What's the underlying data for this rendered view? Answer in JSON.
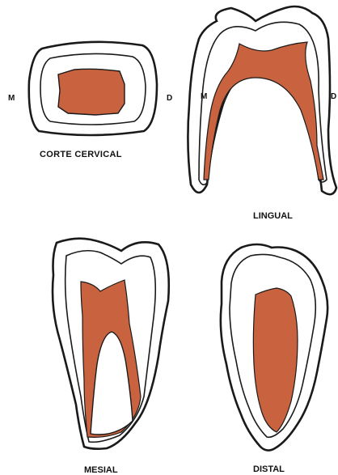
{
  "colors": {
    "pulp": "#c8623f",
    "outline": "#1a1a1a",
    "background": "#ffffff"
  },
  "figures": {
    "cervical": {
      "caption": "CORTE CERVICAL",
      "left_marker": "M",
      "right_marker": "D"
    },
    "lingual": {
      "caption": "LINGUAL",
      "left_marker": "M",
      "right_marker": "D"
    },
    "mesial": {
      "caption": "MESIAL"
    },
    "distal": {
      "caption": "DISTAL"
    }
  }
}
